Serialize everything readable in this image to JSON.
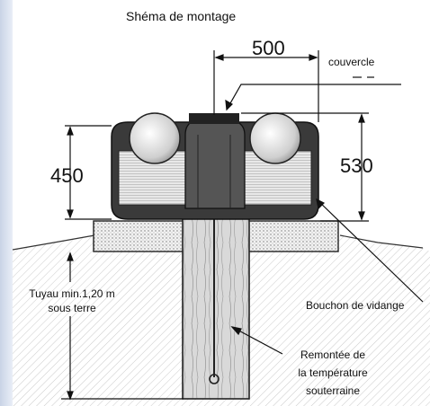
{
  "title": "Shéma de montage",
  "dimensions": {
    "width": "500",
    "height_box": "450",
    "height_total": "530"
  },
  "labels": {
    "cover": "couvercle",
    "pipe_line1": "Tuyau min.1,20 m",
    "pipe_line2": "sous terre",
    "drain_plug": "Bouchon de vidange",
    "rise_line1": "Remontée de",
    "rise_line2": "la température",
    "rise_line3": "souterraine"
  }
}
